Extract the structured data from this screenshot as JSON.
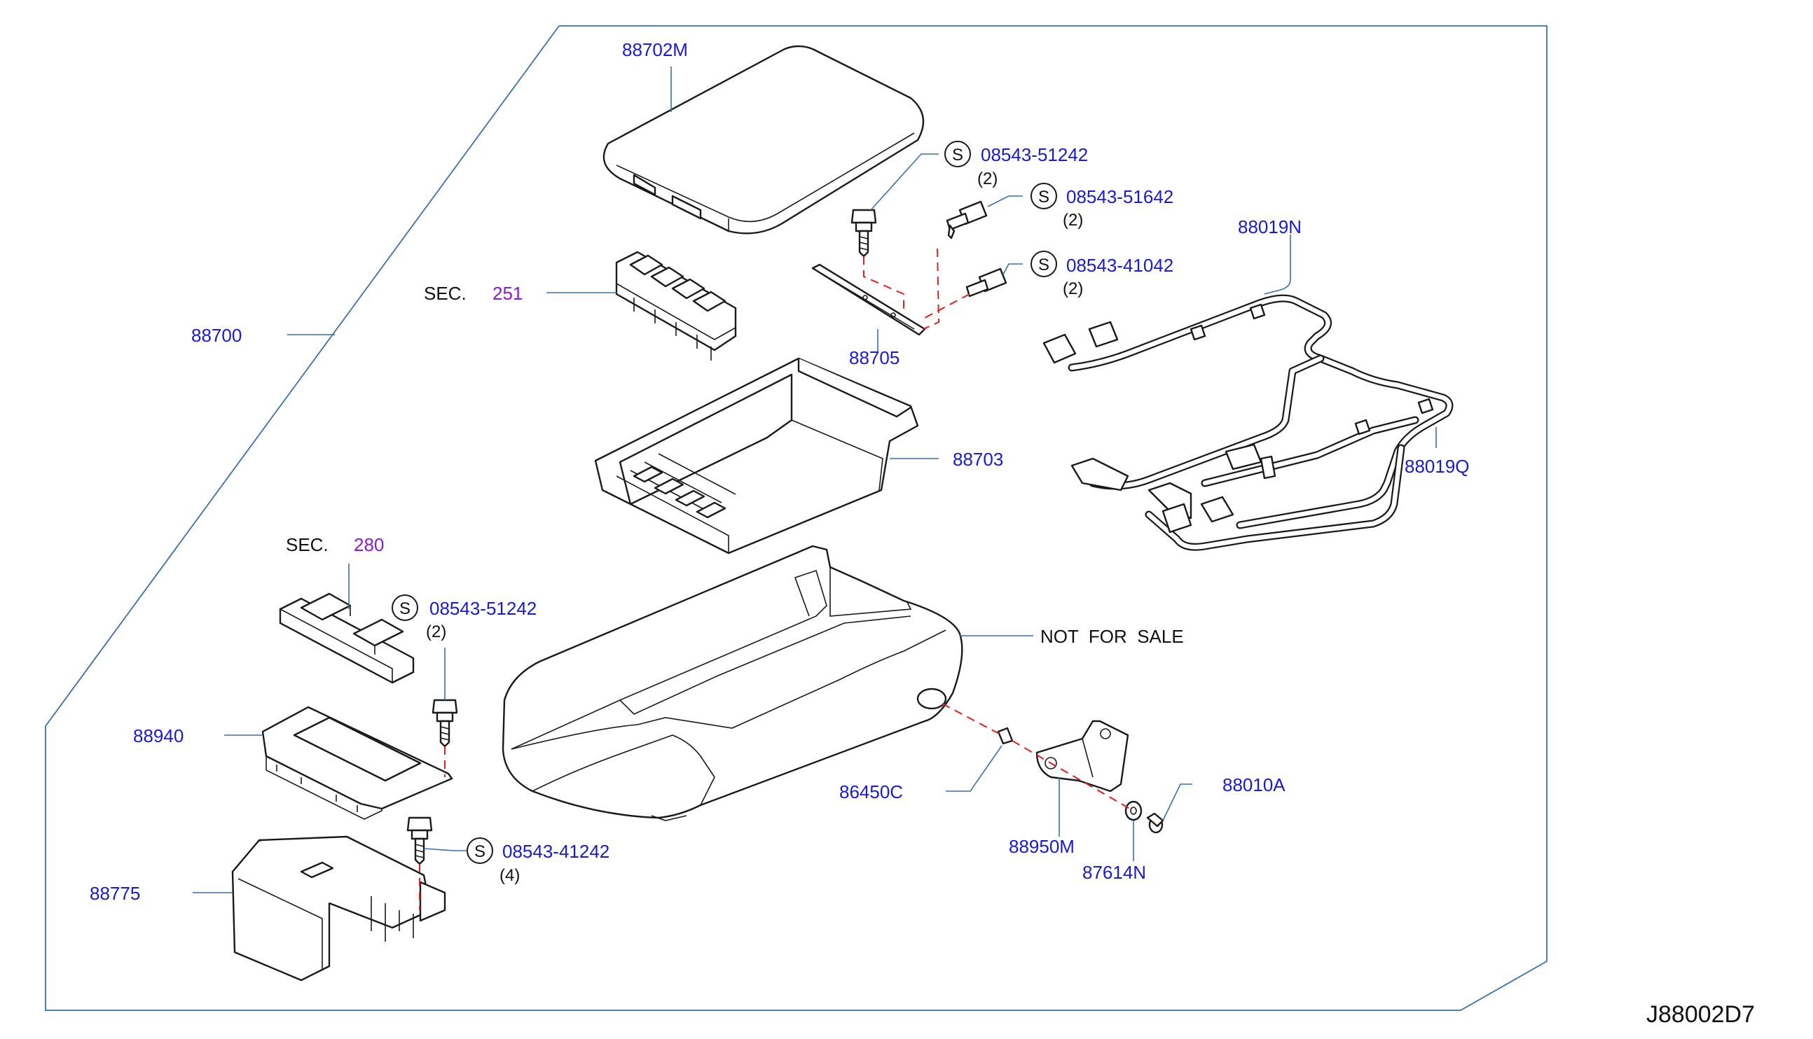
{
  "diagram_id": "J88002D7",
  "labels": {
    "armrest_lid": "88702M",
    "console_assembly": "88700",
    "bracket": "88705",
    "inner_tray": "88703",
    "harness_upper": "88019N",
    "harness_lower": "88019Q",
    "finisher": "88940",
    "ashtray": "88775",
    "clip": "86450C",
    "stay": "88950M",
    "washer": "87614N",
    "pin": "88010A",
    "not_for_sale": "NOT  FOR  SALE"
  },
  "sections": [
    {
      "prefix": "SEC.",
      "number": "251"
    },
    {
      "prefix": "SEC.",
      "number": "280"
    }
  ],
  "screws": [
    {
      "symbol": "S",
      "part": "08543-51242",
      "qty": "(2)"
    },
    {
      "symbol": "S",
      "part": "08543-51642",
      "qty": "(2)"
    },
    {
      "symbol": "S",
      "part": "08543-41042",
      "qty": "(2)"
    },
    {
      "symbol": "S",
      "part": "08543-51242",
      "qty": "(2)"
    },
    {
      "symbol": "S",
      "part": "08543-41242",
      "qty": "(4)"
    }
  ],
  "colors": {
    "part_number": "#1a1ad6",
    "section_number": "#8a1ad6",
    "leader_line": "#3a6fb0",
    "assembly_dash": "#e02020"
  }
}
